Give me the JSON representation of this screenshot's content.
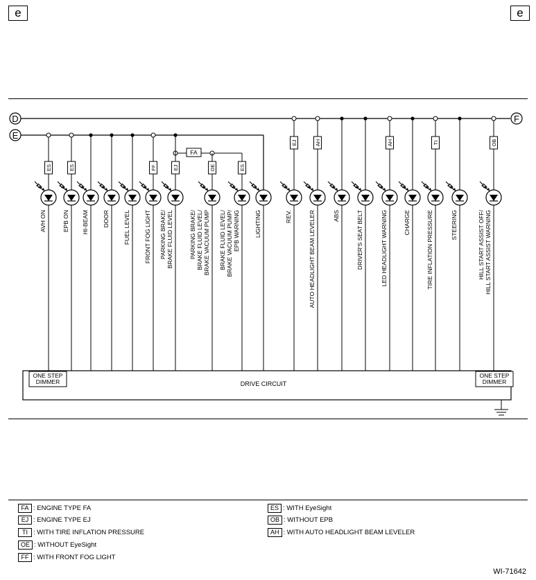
{
  "page_tags": {
    "left": "e",
    "right": "e"
  },
  "connectors": {
    "d": "D",
    "e": "E",
    "f": "F"
  },
  "fa_label": "FA",
  "drive_circuit": "DRIVE CIRCUIT",
  "one_step_dimmer_left": [
    "ONE STEP",
    "DIMMER"
  ],
  "one_step_dimmer_right": [
    "ONE STEP",
    "DIMMER"
  ],
  "indicators": [
    {
      "label": [
        "AVH ON"
      ],
      "code": "ES"
    },
    {
      "label": [
        "EPB ON"
      ],
      "code": "ES"
    },
    {
      "label": [
        "HI-BEAM"
      ],
      "code": ""
    },
    {
      "label": [
        "DOOR"
      ],
      "code": ""
    },
    {
      "label": [
        "FUEL LEVEL"
      ],
      "code": ""
    },
    {
      "label": [
        "FRONT FOG LIGHT"
      ],
      "code": "FF"
    },
    {
      "label": [
        "PARKING BRAKE/",
        "BRAKE FLUID LEVEL"
      ],
      "code": "EJ"
    },
    {
      "label": [
        "PARKING BRAKE/",
        "BRAKE FLUID LEVEL/",
        "BRAKE VACUUM PUMP"
      ],
      "code": "OE"
    },
    {
      "label": [
        "BRAKE FLUID LEVEL/",
        "BRAKE VACUUM PUMP/",
        "EPB WARNING"
      ],
      "code": "ES"
    },
    {
      "label": [
        "LIGHTING"
      ],
      "code": ""
    },
    {
      "label": [
        "REV."
      ],
      "code": "EJ"
    },
    {
      "label": [
        "AUTO HEADLIGHT BEAM LEVELER"
      ],
      "code": "AH"
    },
    {
      "label": [
        "ABS"
      ],
      "code": ""
    },
    {
      "label": [
        "DRIVER'S SEAT BELT"
      ],
      "code": ""
    },
    {
      "label": [
        "LED HEADLIGHT WARNING"
      ],
      "code": "AH"
    },
    {
      "label": [
        "CHARGE"
      ],
      "code": ""
    },
    {
      "label": [
        "TIRE INFLATION PRESSURE"
      ],
      "code": "TI"
    },
    {
      "label": [
        "STEERING"
      ],
      "code": ""
    },
    {
      "label": [
        "HILL START ASSIST OFF/",
        "HILL START ASSIST WARNING"
      ],
      "code": "OB"
    }
  ],
  "legend": [
    {
      "code": "FA",
      "text": ": ENGINE TYPE FA"
    },
    {
      "code": "EJ",
      "text": ": ENGINE TYPE EJ"
    },
    {
      "code": "TI",
      "text": ": WITH TIRE INFLATION PRESSURE"
    },
    {
      "code": "OE",
      "text": ": WITHOUT EyeSight"
    },
    {
      "code": "FF",
      "text": ": WITH FRONT FOG LIGHT"
    },
    {
      "code": "ES",
      "text": ": WITH EyeSight"
    },
    {
      "code": "OB",
      "text": ": WITHOUT EPB"
    },
    {
      "code": "AH",
      "text": ": WITH AUTO HEADLIGHT BEAM LEVELER"
    }
  ],
  "figure_ref": "WI-71642"
}
